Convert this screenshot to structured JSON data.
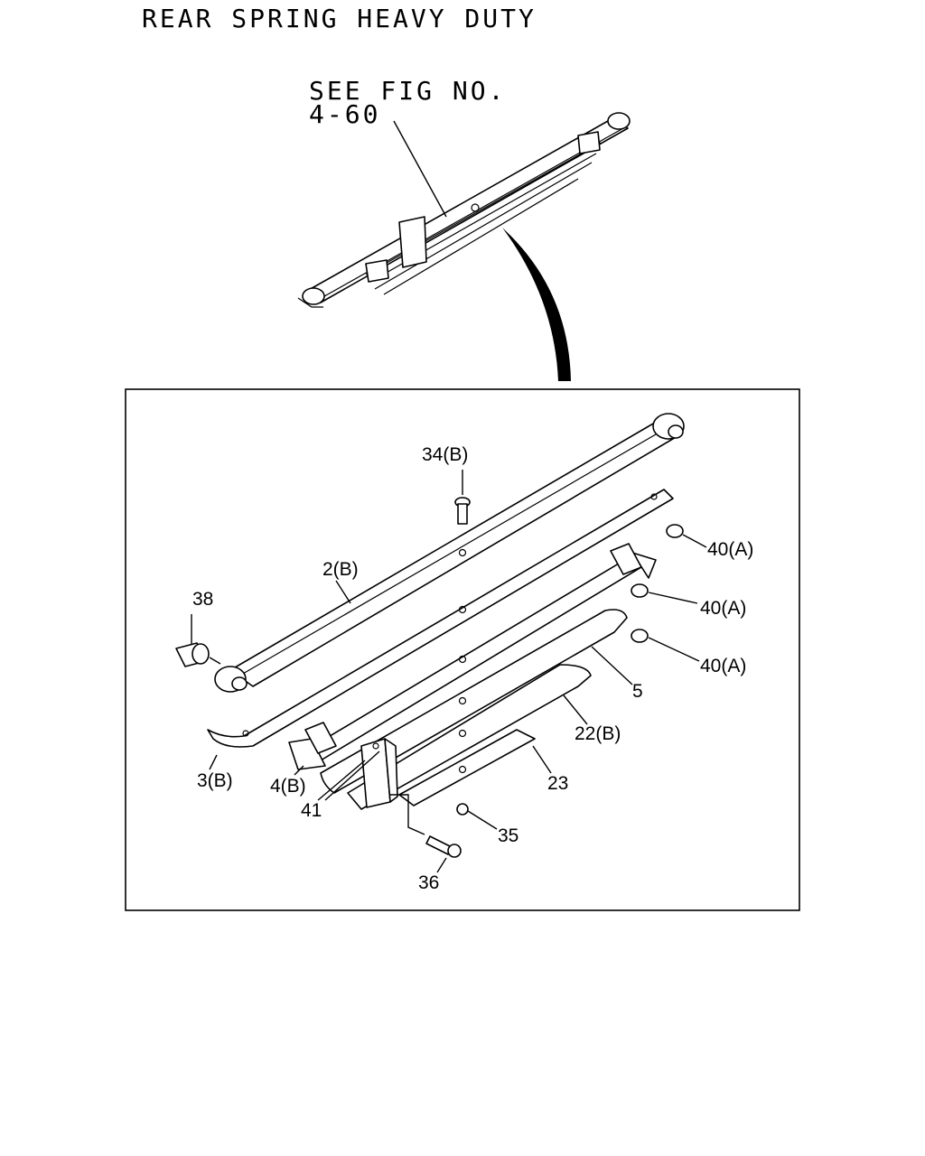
{
  "title": "REAR SPRING HEAVY DUTY",
  "reference": {
    "line1": "SEE FIG NO.",
    "line2": "4-60"
  },
  "callouts": [
    {
      "id": "34b",
      "text": "34(B)"
    },
    {
      "id": "2b",
      "text": "2(B)"
    },
    {
      "id": "38",
      "text": "38"
    },
    {
      "id": "40a-1",
      "text": "40(A)"
    },
    {
      "id": "40a-2",
      "text": "40(A)"
    },
    {
      "id": "40a-3",
      "text": "40(A)"
    },
    {
      "id": "5",
      "text": "5"
    },
    {
      "id": "22b",
      "text": "22(B)"
    },
    {
      "id": "23",
      "text": "23"
    },
    {
      "id": "3b",
      "text": "3(B)"
    },
    {
      "id": "4b",
      "text": "4(B)"
    },
    {
      "id": "41",
      "text": "41"
    },
    {
      "id": "35",
      "text": "35"
    },
    {
      "id": "36",
      "text": "36"
    }
  ]
}
